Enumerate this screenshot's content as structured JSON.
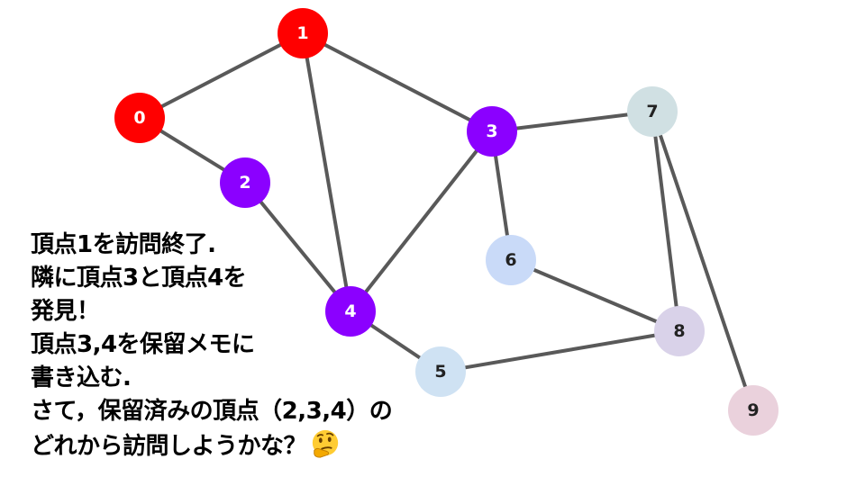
{
  "graph": {
    "nodes": [
      {
        "id": "0",
        "label": "0",
        "color": "#ff0000",
        "text_color": "#ffffff"
      },
      {
        "id": "1",
        "label": "1",
        "color": "#ff0000",
        "text_color": "#ffffff"
      },
      {
        "id": "2",
        "label": "2",
        "color": "#8b00ff",
        "text_color": "#ffffff"
      },
      {
        "id": "3",
        "label": "3",
        "color": "#8b00ff",
        "text_color": "#ffffff"
      },
      {
        "id": "4",
        "label": "4",
        "color": "#8b00ff",
        "text_color": "#ffffff"
      },
      {
        "id": "5",
        "label": "5",
        "color": "#cfe2f3",
        "text_color": "#222222"
      },
      {
        "id": "6",
        "label": "6",
        "color": "#c9daf8",
        "text_color": "#222222"
      },
      {
        "id": "7",
        "label": "7",
        "color": "#d0e0e3",
        "text_color": "#222222"
      },
      {
        "id": "8",
        "label": "8",
        "color": "#d9d2e9",
        "text_color": "#222222"
      },
      {
        "id": "9",
        "label": "9",
        "color": "#ead1dc",
        "text_color": "#222222"
      }
    ],
    "edges": [
      [
        "0",
        "1"
      ],
      [
        "0",
        "2"
      ],
      [
        "1",
        "3"
      ],
      [
        "1",
        "4"
      ],
      [
        "2",
        "4"
      ],
      [
        "3",
        "4"
      ],
      [
        "3",
        "6"
      ],
      [
        "3",
        "7"
      ],
      [
        "4",
        "5"
      ],
      [
        "5",
        "8"
      ],
      [
        "6",
        "8"
      ],
      [
        "7",
        "8"
      ],
      [
        "7",
        "9"
      ]
    ]
  },
  "caption": {
    "lines": [
      "頂点1を訪問終了.",
      "隣に頂点3と頂点4を",
      "発見！",
      "頂点3,4を保留メモに",
      "書き込む.",
      "さて，保留済みの頂点（2,3,4）の",
      "どれから訪問しようかな？"
    ],
    "emoji": "thinking-face-icon"
  }
}
